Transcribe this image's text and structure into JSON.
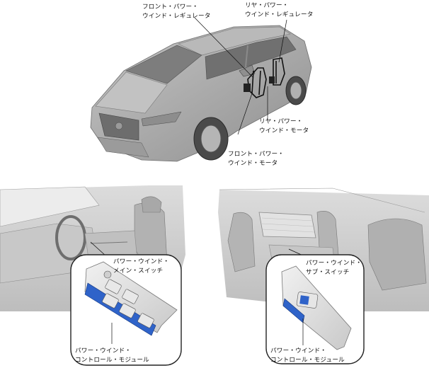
{
  "labels": {
    "front_regulator": [
      "フロント・パワー・",
      "ウインド・レギュレータ"
    ],
    "rear_regulator": [
      "リヤ・パワー・",
      "ウインド・レギュレータ"
    ],
    "rear_motor": [
      "リヤ・パワー・",
      "ウインド・モータ"
    ],
    "front_motor": [
      "フロント・パワー・",
      "ウインド・モータ"
    ],
    "main_switch": [
      "パワー・ウインド・",
      "メイン・スイッチ"
    ],
    "main_module": [
      "パワー・ウインド・",
      "コントロール・モジュール"
    ],
    "sub_switch": [
      "パワー・ウインド・",
      "サブ・スイッチ"
    ],
    "sub_module": [
      "パワー・ウインド・",
      "コントロール・モジュール"
    ]
  },
  "colors": {
    "module_blue": "#2f63c9",
    "switch_gray": "#e2e2e2",
    "body_gray": "#a9a9a9",
    "interior_gray": "#d4d4d4"
  }
}
